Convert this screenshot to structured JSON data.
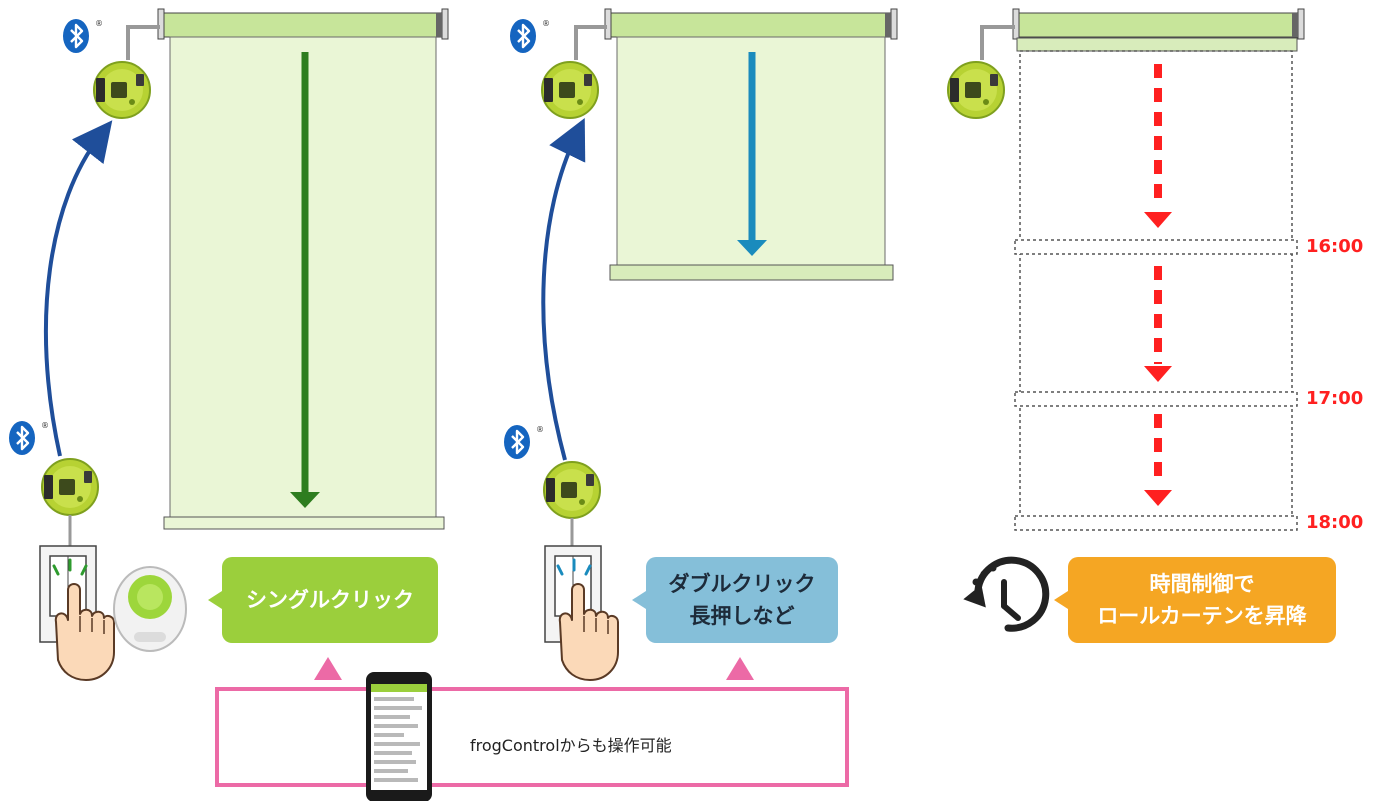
{
  "panels": [
    {
      "id": "single-click",
      "callout_text": "シングルクリック",
      "callout_color": "#9bcf3c",
      "arrow_color": "#2e7d1f",
      "curtain_level": 1.0
    },
    {
      "id": "double-click",
      "callout_lines": [
        "ダブルクリック",
        "長押しなど"
      ],
      "callout_color": "#85bfd9",
      "arrow_color": "#1a8bbd",
      "curtain_level": 0.5
    },
    {
      "id": "timer",
      "callout_lines": [
        "時間制御で",
        "ロールカーテンを昇降"
      ],
      "callout_color": "#f5a623",
      "arrow_color": "#ff2020",
      "times": [
        "16:00",
        "17:00",
        "18:00"
      ]
    }
  ],
  "app_note": {
    "text": "frogControlからも操作可能",
    "border_color": "#ec6aa6"
  },
  "colors": {
    "curtain_fill": "#eaf6d6",
    "curtain_rail": "#c7e59a",
    "time_label": "#ff2020",
    "bluetooth": "#1565c0",
    "wireless_arrow": "#1f4e9a"
  },
  "icons": [
    "bluetooth-icon",
    "frog-module-icon",
    "wall-switch-icon",
    "remote-button-icon",
    "clock-timer-icon",
    "smartphone-icon"
  ]
}
